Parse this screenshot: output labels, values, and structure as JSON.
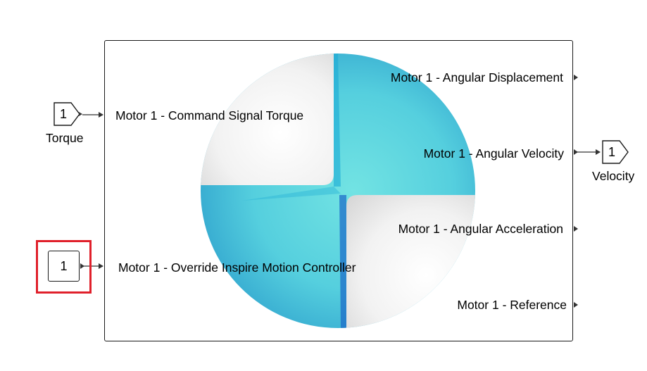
{
  "subsystem": {
    "inputs": [
      {
        "label": "Motor 1 - Command Signal Torque"
      },
      {
        "label": "Motor 1 - Override Inspire Motion Controller"
      }
    ],
    "outputs": [
      {
        "label": "Motor 1 - Angular Displacement"
      },
      {
        "label": "Motor 1 - Angular Velocity"
      },
      {
        "label": "Motor 1 - Angular Acceleration"
      },
      {
        "label": "Motor 1 - Reference"
      }
    ],
    "logo_icon": "quadrant-pinwheel-logo",
    "colors": {
      "logo_blue_dark": "#2a9ccb",
      "logo_blue_light": "#62dbe0",
      "logo_gray": "#ececec",
      "border": "#1a1a1a"
    }
  },
  "inport_torque": {
    "number": "1",
    "name": "Torque"
  },
  "outport_velocity": {
    "number": "1",
    "name": "Velocity"
  },
  "constant_block": {
    "value": "1",
    "selected_highlight_color": "#e0202b"
  }
}
